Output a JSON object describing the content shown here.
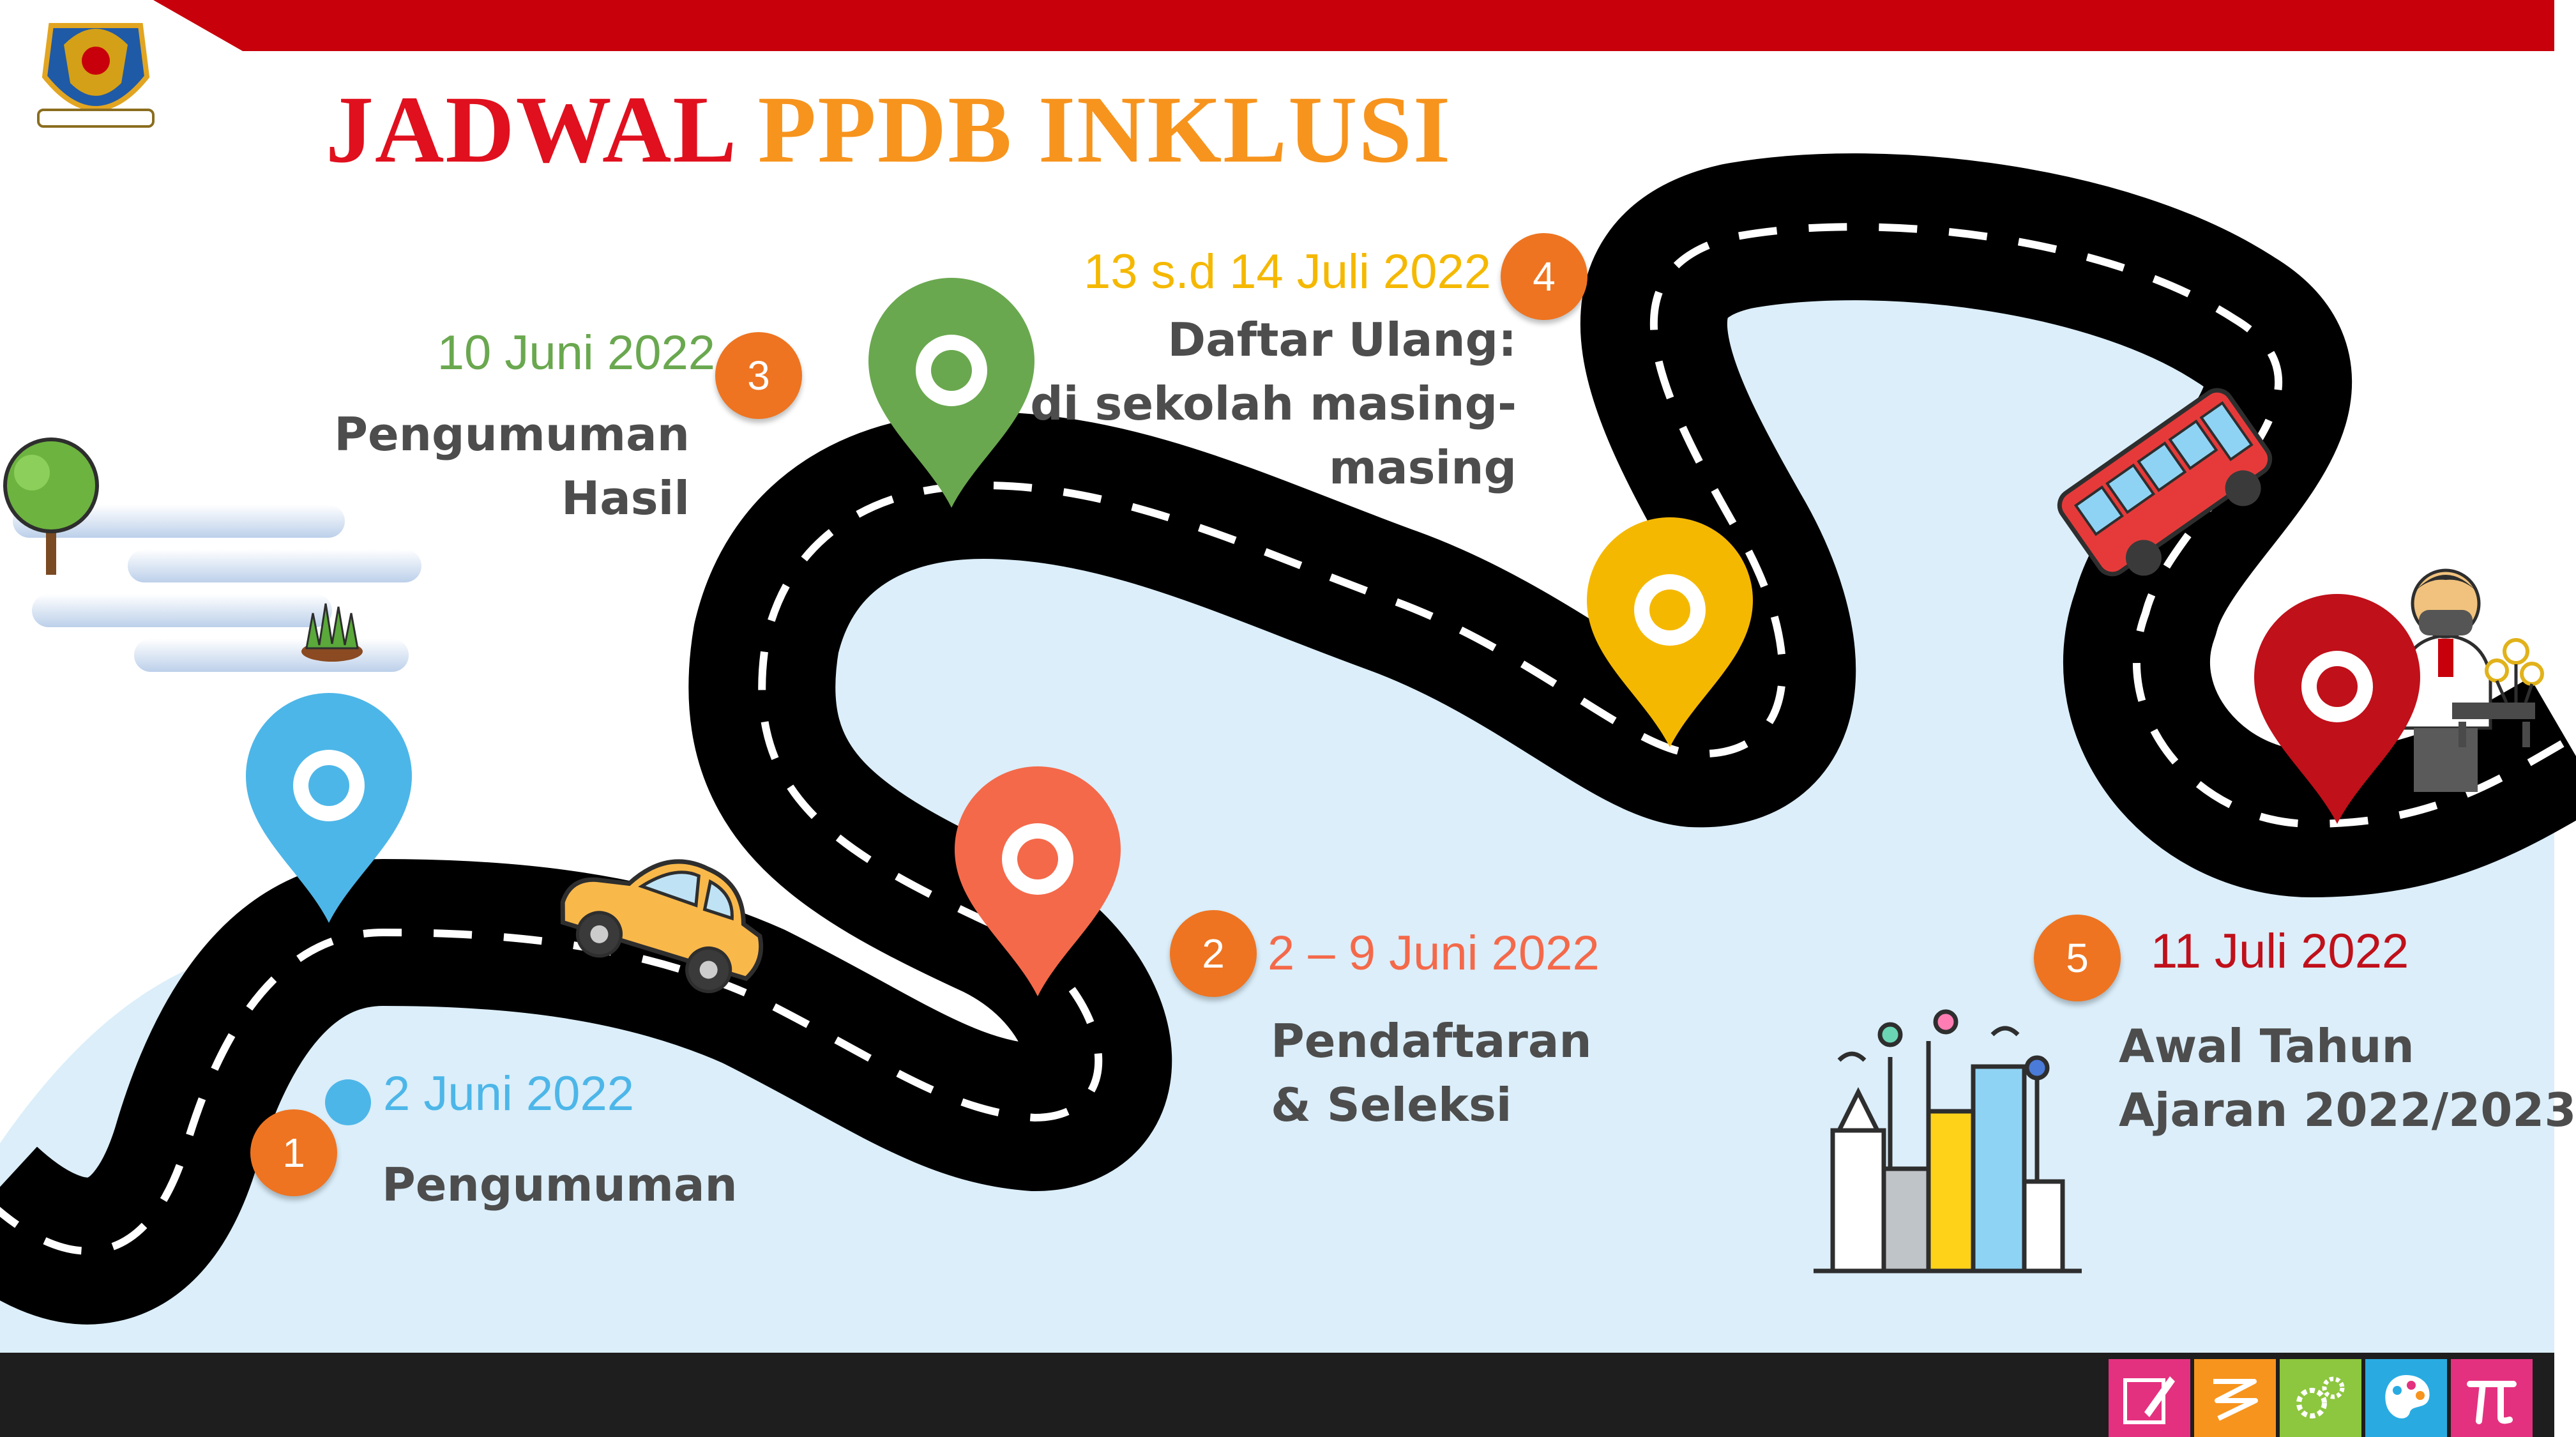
{
  "title": {
    "part1": "JADWAL",
    "part2": "PPDB INKLUSI"
  },
  "steps": [
    {
      "number": "1",
      "date": "2 Juni 2022",
      "label_lines": [
        "Pengumuman"
      ],
      "color": "#4db6e8"
    },
    {
      "number": "2",
      "date": "2 – 9 Juni 2022",
      "label_lines": [
        "Pendaftaran",
        "& Seleksi"
      ],
      "color": "#f4694a"
    },
    {
      "number": "3",
      "date": "10 Juni 2022",
      "label_lines": [
        "Pengumuman",
        "Hasil"
      ],
      "color": "#6aa84f"
    },
    {
      "number": "4",
      "date": "13 s.d 14 Juli 2022",
      "label_lines": [
        "Daftar Ulang:",
        "di sekolah masing-",
        "masing"
      ],
      "color": "#f5b800"
    },
    {
      "number": "5",
      "date": "11 Juli 2022",
      "label_lines": [
        "Awal Tahun",
        "Ajaran 2022/2023"
      ],
      "color": "#c0101a"
    }
  ],
  "colors": {
    "accent_red": "#c8000b",
    "road": "#000000",
    "sky": "#dbeefa",
    "footer": "#1e1e1e",
    "badge": "#ee7421"
  },
  "icons": [
    "emblem-icon",
    "tree-icon",
    "grass-icon",
    "car-icon",
    "bus-icon",
    "student-icon",
    "bench-icon",
    "city-icon",
    "subject-icon-pen",
    "subject-icon-zigzag",
    "subject-icon-gears",
    "subject-icon-palette",
    "subject-icon-pi"
  ]
}
